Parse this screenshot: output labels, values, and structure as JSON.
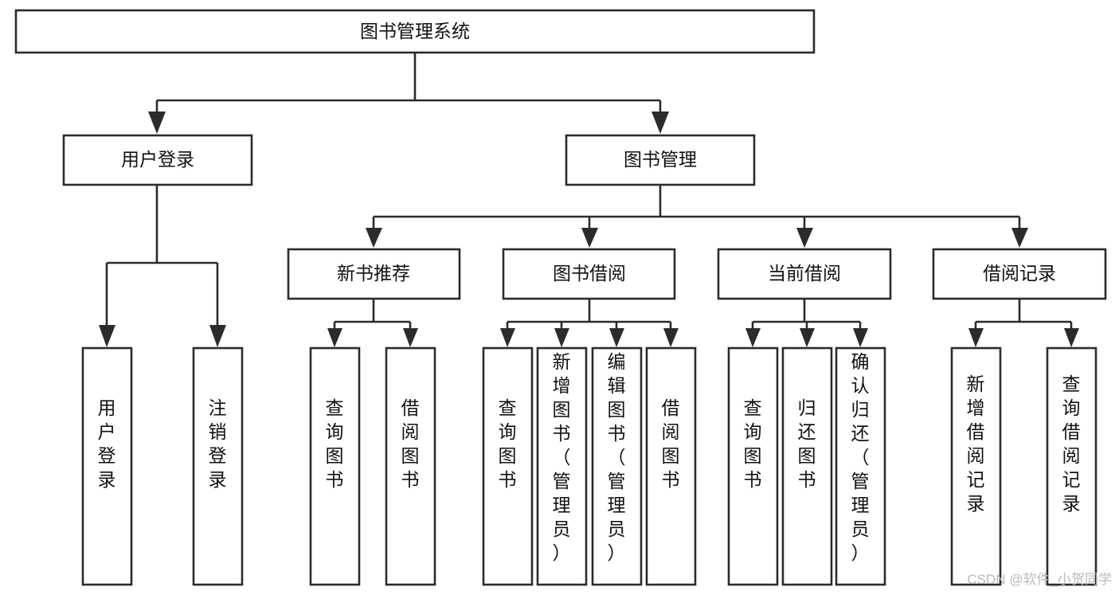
{
  "diagram": {
    "title": "图书管理系统",
    "type": "tree-hierarchy",
    "root": {
      "id": "root",
      "label": "图书管理系统",
      "orientation": "horizontal"
    },
    "level1": [
      {
        "id": "user-login",
        "label": "用户登录",
        "orientation": "horizontal"
      },
      {
        "id": "book-manage",
        "label": "图书管理",
        "orientation": "horizontal"
      }
    ],
    "level2": [
      {
        "id": "new-book-recommend",
        "label": "新书推荐",
        "parent": "book-manage",
        "orientation": "horizontal"
      },
      {
        "id": "book-borrow",
        "label": "图书借阅",
        "parent": "book-manage",
        "orientation": "horizontal"
      },
      {
        "id": "current-borrow",
        "label": "当前借阅",
        "parent": "book-manage",
        "orientation": "horizontal"
      },
      {
        "id": "borrow-record",
        "label": "借阅记录",
        "parent": "book-manage",
        "orientation": "horizontal"
      }
    ],
    "leaves": [
      {
        "id": "leaf-user-login",
        "label": "用户登录",
        "parent": "user-login",
        "orientation": "vertical"
      },
      {
        "id": "leaf-user-logout",
        "label": "注销登录",
        "parent": "user-login",
        "orientation": "vertical"
      },
      {
        "id": "leaf-query-book-rec",
        "label": "查询图书",
        "parent": "new-book-recommend",
        "orientation": "vertical"
      },
      {
        "id": "leaf-borrow-book-rec",
        "label": "借阅图书",
        "parent": "new-book-recommend",
        "orientation": "vertical"
      },
      {
        "id": "leaf-query-book-borrow",
        "label": "查询图书",
        "parent": "book-borrow",
        "orientation": "vertical"
      },
      {
        "id": "leaf-add-book-admin",
        "label": "新增图书（管理员）",
        "parent": "book-borrow",
        "orientation": "vertical"
      },
      {
        "id": "leaf-edit-book-admin",
        "label": "编辑图书（管理员）",
        "parent": "book-borrow",
        "orientation": "vertical"
      },
      {
        "id": "leaf-borrow-book",
        "label": "借阅图书",
        "parent": "book-borrow",
        "orientation": "vertical"
      },
      {
        "id": "leaf-query-book-current",
        "label": "查询图书",
        "parent": "current-borrow",
        "orientation": "vertical"
      },
      {
        "id": "leaf-return-book",
        "label": "归还图书",
        "parent": "current-borrow",
        "orientation": "vertical"
      },
      {
        "id": "leaf-confirm-return-admin",
        "label": "确认归还（管理员）",
        "parent": "current-borrow",
        "orientation": "vertical"
      },
      {
        "id": "leaf-add-borrow-record",
        "label": "新增借阅记录",
        "parent": "borrow-record",
        "orientation": "vertical"
      },
      {
        "id": "leaf-query-borrow-record",
        "label": "查询借阅记录",
        "parent": "borrow-record",
        "orientation": "vertical"
      }
    ]
  },
  "watermark": {
    "text": "CSDN @软件_小贺同学"
  },
  "colors": {
    "stroke": "#2b2b2b",
    "box_fill": "#ffffff",
    "text": "#111111",
    "background": "#ffffff",
    "watermark": "#b9b9b9"
  }
}
